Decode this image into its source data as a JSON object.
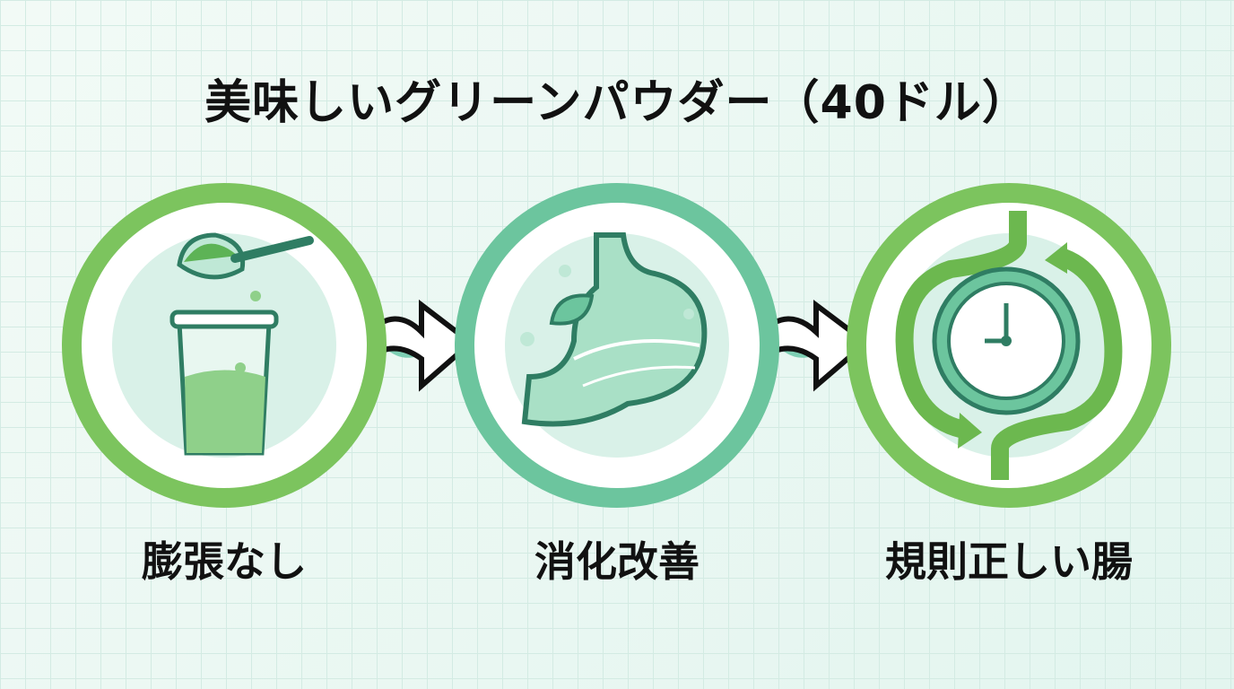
{
  "title": "美味しいグリーンパウダー（40ドル）",
  "steps": [
    {
      "label": "膨張なし",
      "icon": "powder-scoop-cup-icon"
    },
    {
      "label": "消化改善",
      "icon": "stomach-leaf-icon"
    },
    {
      "label": "規則正しい腸",
      "icon": "clock-cycle-icon"
    }
  ],
  "colors": {
    "ring_green": "#7cc45e",
    "ring_teal": "#6cc59e",
    "dark_teal": "#2f7d63",
    "fill": "#d9f1e8"
  }
}
